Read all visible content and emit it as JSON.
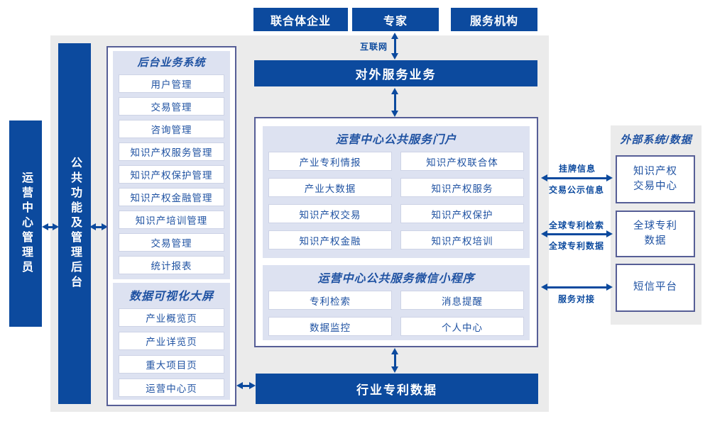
{
  "colors": {
    "primary_blue": "#0c4a9e",
    "panel_border": "#565e96",
    "section_bg": "#dde2f1",
    "canvas_gray": "#ebebeb",
    "label_blue": "#1f52a2"
  },
  "top_entities": [
    "联合体企业",
    "专家",
    "服务机构"
  ],
  "internet_label": "互联网",
  "external_service_bar": "对外服务业务",
  "left_rail": {
    "admin_bar": "运营中心管理员",
    "backend_bar": "公共功能及管理后台"
  },
  "left_panel": {
    "backend_system": {
      "title": "后台业务系统",
      "items": [
        "用户管理",
        "交易管理",
        "咨询管理",
        "知识产权服务管理",
        "知识产权保护管理",
        "知识产权金融管理",
        "知识产培训管理",
        "交易管理",
        "统计报表"
      ]
    },
    "data_screen": {
      "title": "数据可视化大屏",
      "items": [
        "产业概览页",
        "产业详览页",
        "重大项目页",
        "运营中心页"
      ]
    }
  },
  "center_panel": {
    "portal": {
      "title": "运营中心公共服务门户",
      "items": [
        "产业专利情报",
        "知识产权联合体",
        "产业大数据",
        "知识产权服务",
        "知识产权交易",
        "知识产权保护",
        "知识产权金融",
        "知识产权培训"
      ]
    },
    "mini_program": {
      "title": "运营中心公共服务微信小程序",
      "items": [
        "专利检索",
        "消息提醒",
        "数据监控",
        "个人中心"
      ]
    }
  },
  "industry_patent_bar": "行业专利数据",
  "external_panel": {
    "title": "外部系统/数据",
    "boxes": [
      "知识产权\n交易中心",
      "全球专利\n数据",
      "短信平台"
    ]
  },
  "link_labels": {
    "listing_info": "挂牌信息",
    "trade_publicity": "交易公示信息",
    "global_patent_search": "全球专利检索",
    "global_patent_data": "全球专利数据",
    "service_connect": "服务对接"
  }
}
